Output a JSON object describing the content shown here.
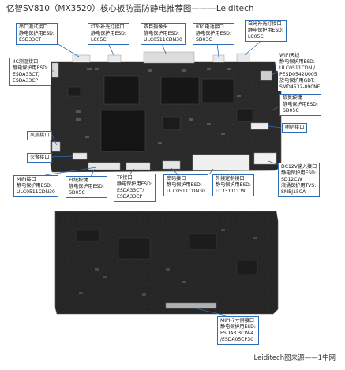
{
  "title": "亿智SV810（MX3520）核心板防雷防静电推荐图———Leiditech",
  "footer": "Leiditech图来源——1牛网",
  "callouts": {
    "serial": [
      "串口测试接口",
      "静电保护用ESD:",
      "ESD33CT"
    ],
    "ir_cut": [
      "红外补光灯接口",
      "静电保护用ESD:",
      "LC05CI"
    ],
    "dual_cam": [
      "双目摄像头",
      "静电保护用ESD:",
      "ULC0511CDN30"
    ],
    "rtc": [
      "RTC电池接口",
      "静电保护用ESD:",
      "SD03C"
    ],
    "white_led": [
      "白光补光灯接口",
      "静电保护用ESD:",
      "LC05CI"
    ],
    "iic": [
      "IIC测温接口",
      "静电保护用ESD:",
      "ESDA33CT/",
      "ESDA33CP"
    ],
    "wifi": [
      "WIFI天线",
      "静电保护用ESD:",
      "ULC0511CDN /",
      "PESD0542U005",
      "放电保护用GDT:",
      "SMD4532-090NF"
    ],
    "reset": [
      "恢复按键",
      "静电保护用ESD:",
      "SD05C"
    ],
    "speaker": [
      "喇叭接口"
    ],
    "fan": [
      "风扇接口"
    ],
    "alarm": [
      "火警接口"
    ],
    "mipi": [
      "MIPI接口",
      "静电保护用ESD:",
      "ULC0511CDN30"
    ],
    "upgrade": [
      "升级按键",
      "静电保护用ESD:",
      "SD05C"
    ],
    "tp": [
      "TP接口",
      "静电保护用ESD:",
      "ESDA33CT/",
      "ESDA33CP"
    ],
    "lan": [
      "串码接口",
      "静电保护用ESD:",
      "ULC0511CDN30"
    ],
    "ext_ctrl": [
      "外接定制接口",
      "静电保护用ESD:",
      "LC3311CCW"
    ],
    "dc12v": [
      "DC12V输入接口",
      "静电保护用ESD:",
      "SD12CW",
      "浪涌保护用TVS:",
      "SMBJ15CA"
    ],
    "mipi7": [
      "MIPI-7寸屏接口",
      "静电保护用ESD:",
      "ESDA3.3CW-4",
      "/ESDA05CP30"
    ]
  },
  "colors": {
    "border": "#2d6db5",
    "line": "#2d6db5",
    "pcb": "#2b2b2b",
    "pcb_dark": "#1a1a1a",
    "connector": "#e8e8e8"
  }
}
